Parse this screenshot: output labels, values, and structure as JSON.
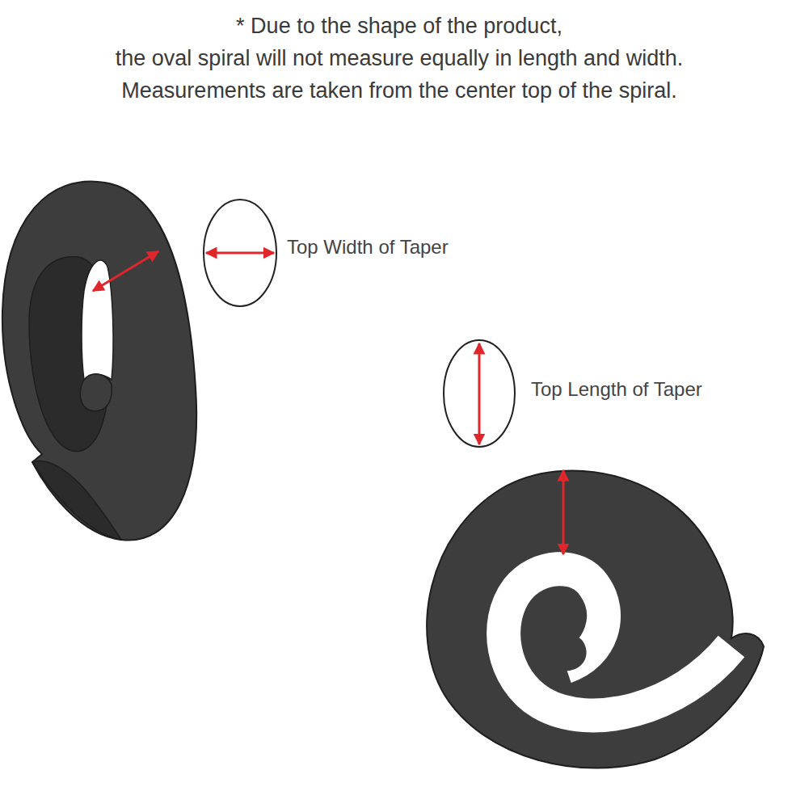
{
  "diagram": {
    "labels": [
      "* Due to the shape of the product,",
      "the oval spiral will not measure equally in length and width.",
      "Measurements are taken from the center top of the spiral.",
      "Top Width of Taper",
      "Top Length of Taper"
    ]
  }
}
